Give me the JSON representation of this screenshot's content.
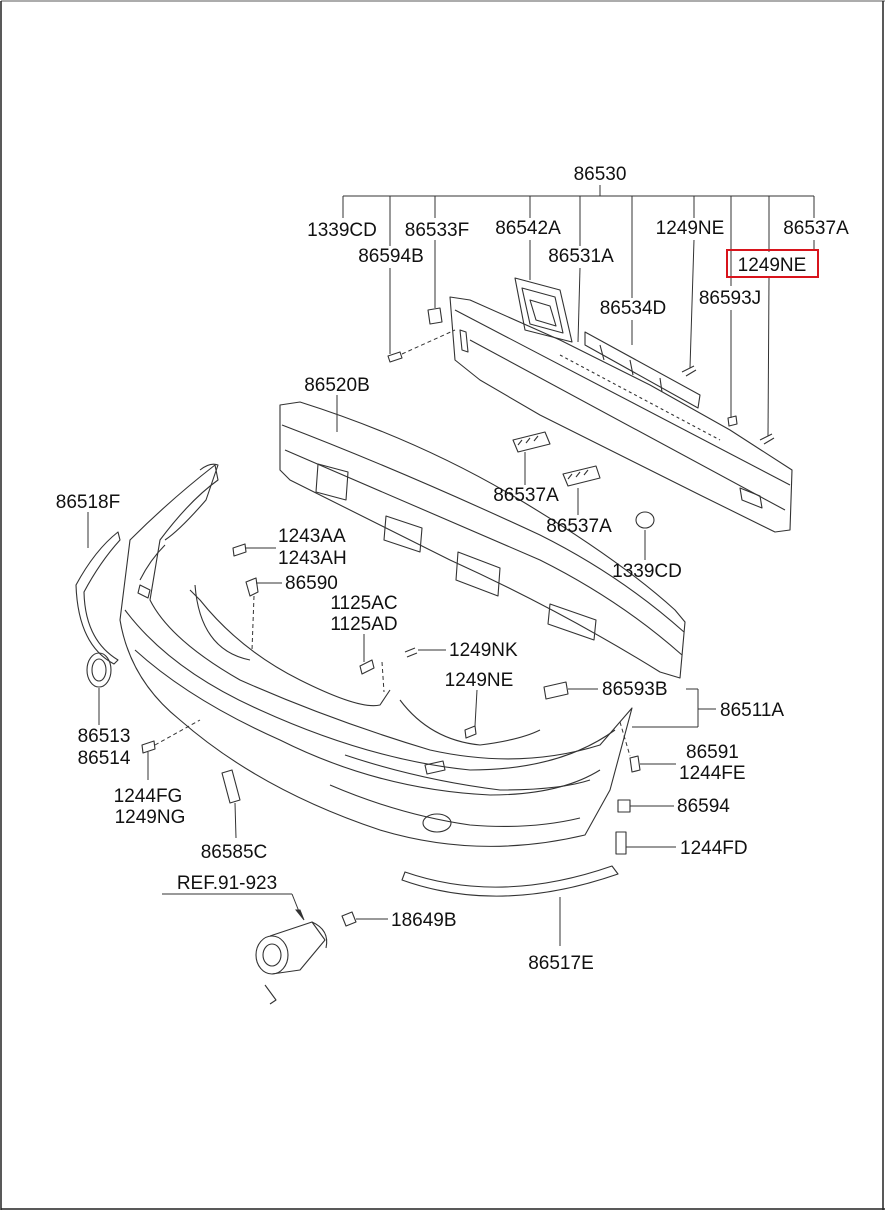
{
  "diagram": {
    "colors": {
      "line": "#333333",
      "text": "#111111",
      "highlight": "#d8141c",
      "frame": "#222222"
    },
    "labels": {
      "l_86530": "86530",
      "l_1339CD_top": "1339CD",
      "l_86533F": "86533F",
      "l_86542A": "86542A",
      "l_1249NE_top": "1249NE",
      "l_86537A_top": "86537A",
      "l_86594B": "86594B",
      "l_86531A": "86531A",
      "l_1249NE_hl": "1249NE",
      "l_86534D": "86534D",
      "l_86593J": "86593J",
      "l_86520B": "86520B",
      "l_86537A_mid1": "86537A",
      "l_86537A_mid2": "86537A",
      "l_1339CD_mid": "1339CD",
      "l_86518F": "86518F",
      "l_1243AA": "1243AA",
      "l_1243AH": "1243AH",
      "l_86590": "86590",
      "l_1125AC": "1125AC",
      "l_1125AD": "1125AD",
      "l_1249NK": "1249NK",
      "l_1249NE_low": "1249NE",
      "l_86593B": "86593B",
      "l_86511A": "86511A",
      "l_86513": "86513",
      "l_86514": "86514",
      "l_86591": "86591",
      "l_1244FE": "1244FE",
      "l_1244FG": "1244FG",
      "l_1249NG": "1249NG",
      "l_86594": "86594",
      "l_86585C": "86585C",
      "l_1244FD": "1244FD",
      "l_REF": "REF.91-923",
      "l_18649B": "18649B",
      "l_86517E": "86517E"
    }
  }
}
